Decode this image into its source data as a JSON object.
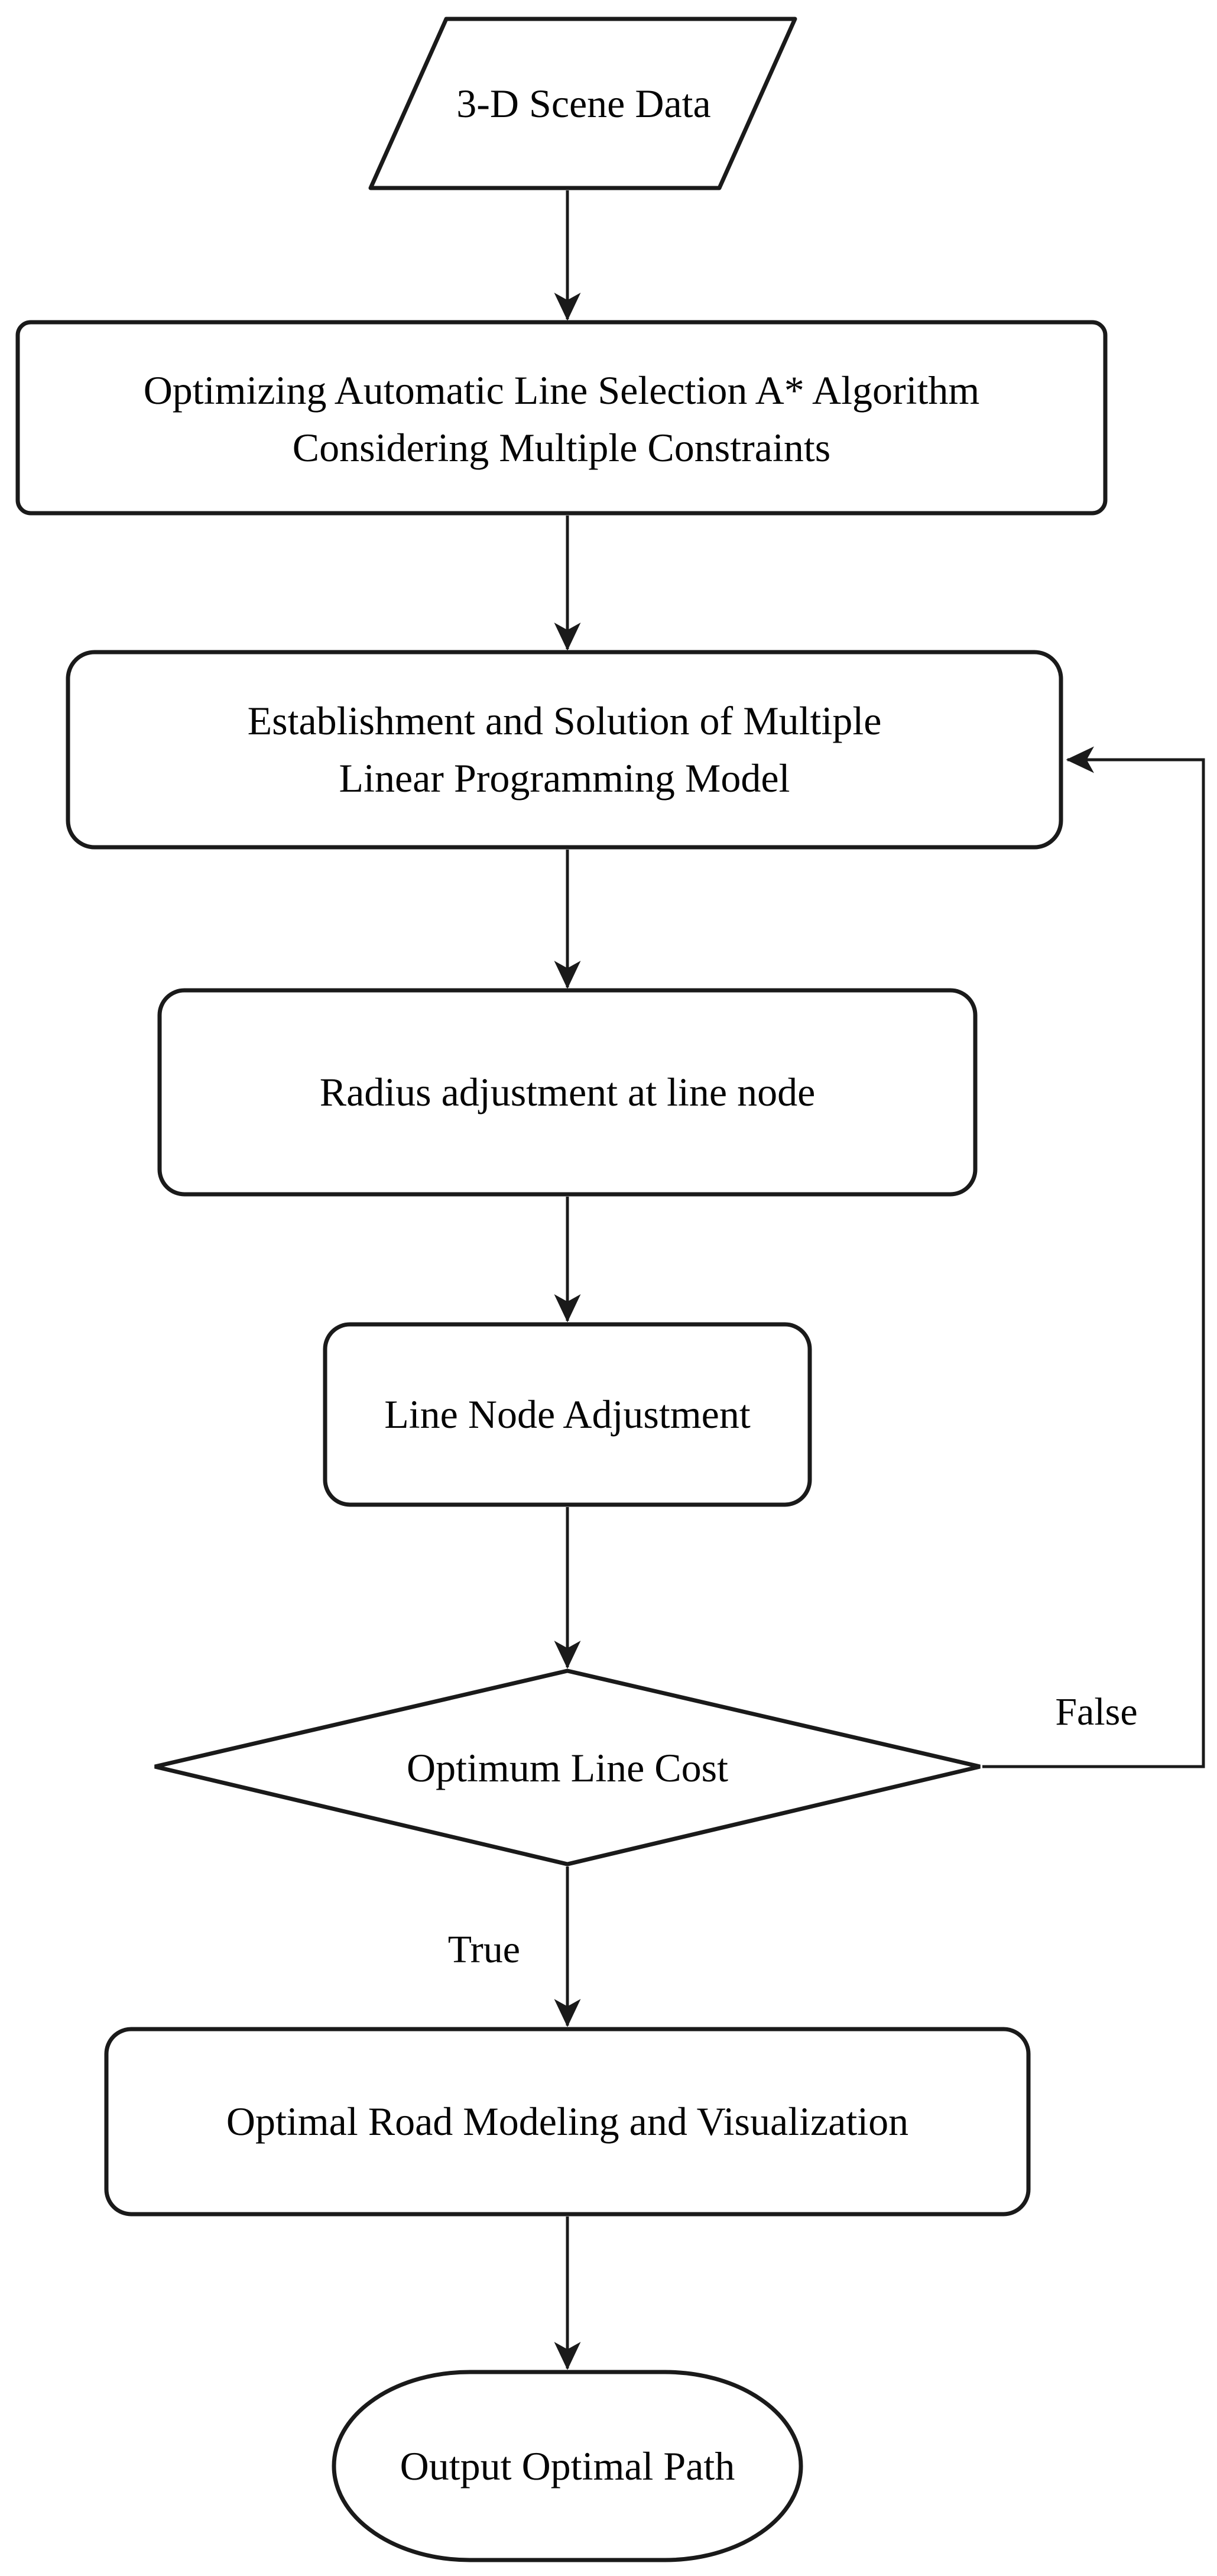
{
  "flowchart": {
    "nodes": {
      "scene_data": {
        "shape": "parallelogram",
        "label": "3-D Scene Data"
      },
      "optimize": {
        "shape": "rounded-rectangle",
        "line1": "Optimizing Automatic Line Selection A* Algorithm",
        "line2": "Considering Multiple Constraints"
      },
      "establish": {
        "shape": "rounded-rectangle",
        "line1": "Establishment and Solution of Multiple",
        "line2": "Linear Programming Model"
      },
      "radius": {
        "shape": "rounded-rectangle",
        "label": "Radius adjustment at line node"
      },
      "line_node": {
        "shape": "rounded-rectangle",
        "label": "Line Node Adjustment"
      },
      "decision": {
        "shape": "diamond",
        "label": "Optimum Line Cost"
      },
      "modeling": {
        "shape": "rounded-rectangle",
        "label": "Optimal Road Modeling and Visualization"
      },
      "output": {
        "shape": "terminator",
        "label": "Output Optimal Path"
      }
    },
    "edge_labels": {
      "true": "True",
      "false": "False"
    },
    "colors": {
      "stroke": "#1a1a1a",
      "text": "#050505",
      "background": "#ffffff"
    }
  }
}
